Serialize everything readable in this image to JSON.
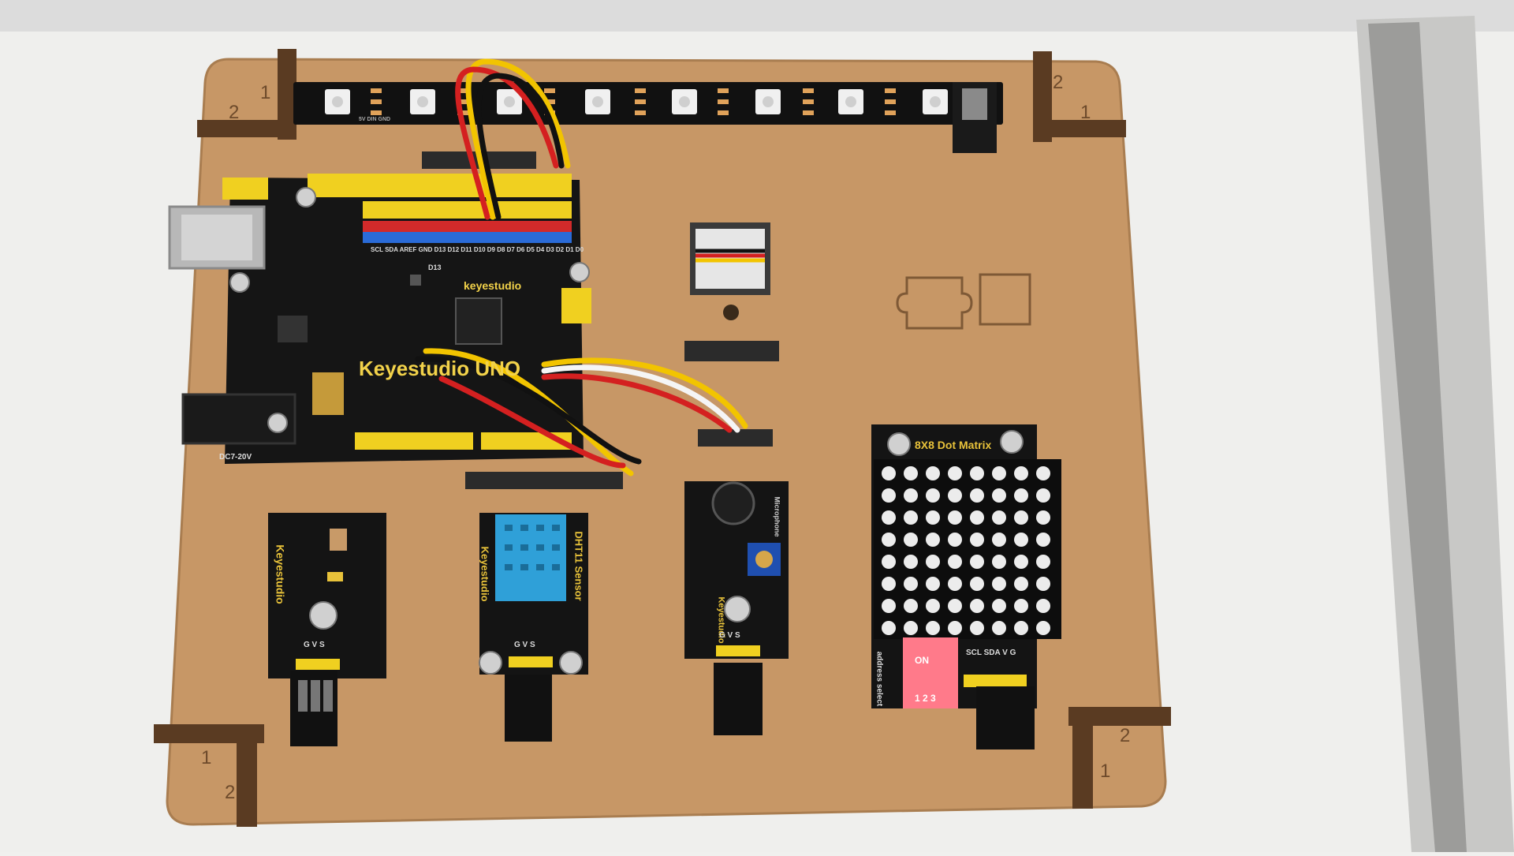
{
  "scene": {
    "colors": {
      "background": "#f0f0ee",
      "board": "#c89a68",
      "board_edge": "#b58555",
      "pcb": "#141414",
      "header_yellow": "#f0d020",
      "header_red": "#d22a2a",
      "header_blue": "#2a6bd8",
      "wire_black": "#111111",
      "wire_red": "#d42020",
      "wire_yellow": "#f2c400",
      "wire_white": "#f5f5f5",
      "led_white": "#f2f2f2",
      "sensor_blue": "#2fa0d8",
      "potentiometer_blue": "#1f4fb0",
      "dip_switch": "#ff7a8a"
    },
    "controller": {
      "brand": "keyestudio",
      "model_text": "Keyestudio UNO",
      "power_text": "DC7-20V",
      "pin_row_text": "SCL SDA AREF GND D13 D12 D11 D10 D9 D8 D7 D6 D5 D4 D3 D2 D1 D0",
      "chip_text": "D13"
    },
    "modules": {
      "light_sensor": {
        "brand": "Keyestudio",
        "pins": "G V S"
      },
      "humidity_sensor": {
        "brand": "Keyestudio",
        "title": "DHT11 Sensor",
        "pins": "G V S"
      },
      "sound_sensor": {
        "brand": "Keyestudio",
        "title": "Microphone",
        "pins": "G V S"
      },
      "dot_matrix": {
        "title": "8X8 Dot Matrix",
        "switch_label": "ON",
        "switch_numbers": "1 2 3",
        "side_label": "address select",
        "pins": "SCL SDA V G"
      }
    },
    "board_markings": [
      "1",
      "2",
      "1",
      "2",
      "1",
      "2",
      "1",
      "2"
    ],
    "led_strip": {
      "led_count": 8,
      "pad_text": "5V DIN GND"
    }
  }
}
